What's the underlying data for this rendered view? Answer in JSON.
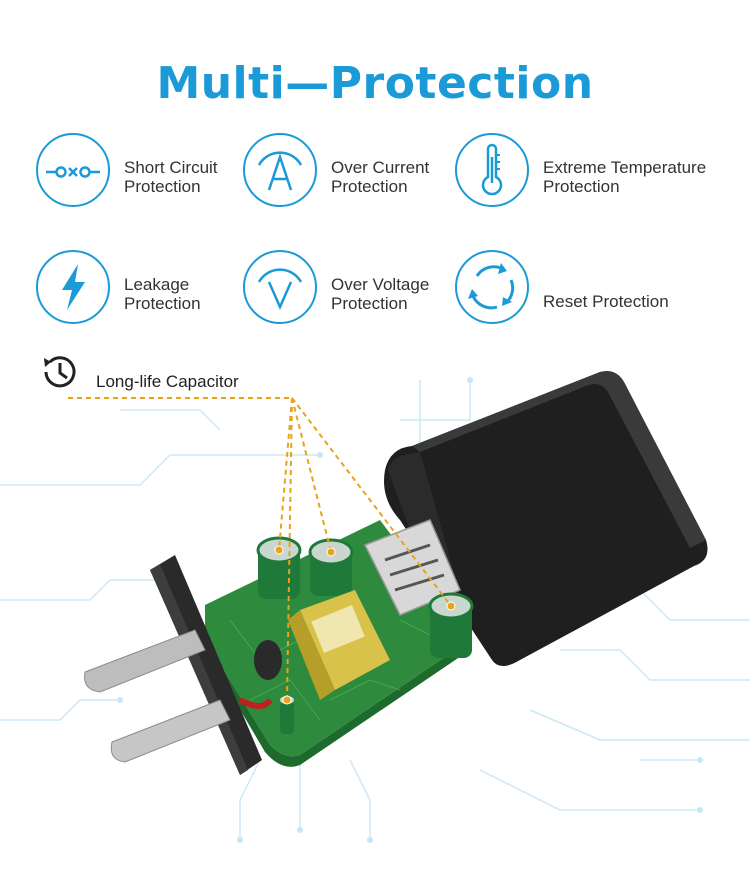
{
  "title": "Multi—Protection",
  "features": [
    {
      "icon": "short-circuit-icon",
      "line1": "Short Circuit",
      "line2": "Protection"
    },
    {
      "icon": "over-current-icon",
      "line1": "Over Current",
      "line2": "Protection"
    },
    {
      "icon": "thermometer-icon",
      "line1": "Extreme Temperature",
      "line2": "Protection"
    },
    {
      "icon": "lightning-icon",
      "line1": "Leakage",
      "line2": "Protection"
    },
    {
      "icon": "over-voltage-icon",
      "line1": "Over Voltage",
      "line2": "Protection"
    },
    {
      "icon": "reset-icon",
      "line1": "Reset Protection",
      "line2": ""
    }
  ],
  "callout": {
    "icon": "clock-icon",
    "label": "Long-life Capacitor"
  },
  "colors": {
    "accent": "#1a9ad6",
    "pcb": "#2e8b3e",
    "charger": "#1c1c1c",
    "dashed_line": "#e8a317"
  }
}
